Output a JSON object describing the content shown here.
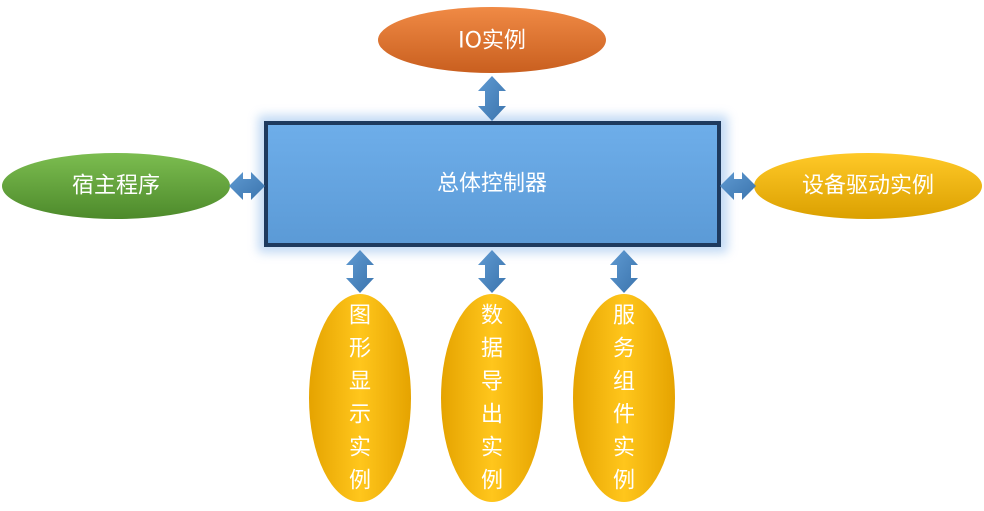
{
  "center": {
    "label": "总体控制器"
  },
  "top": {
    "label": "IO实例"
  },
  "left": {
    "label": "宿主程序"
  },
  "right": {
    "label": "设备驱动实例"
  },
  "bottom": [
    {
      "label": "图形显示实例"
    },
    {
      "label": "数据导出实例"
    },
    {
      "label": "服务组件实例"
    }
  ],
  "colors": {
    "center_fill": "#64a6e2",
    "center_border": "#1f3a5c",
    "orange": "#e0722e",
    "green": "#5a9a35",
    "gold": "#f0b20a",
    "arrow": "#4a86c0"
  }
}
